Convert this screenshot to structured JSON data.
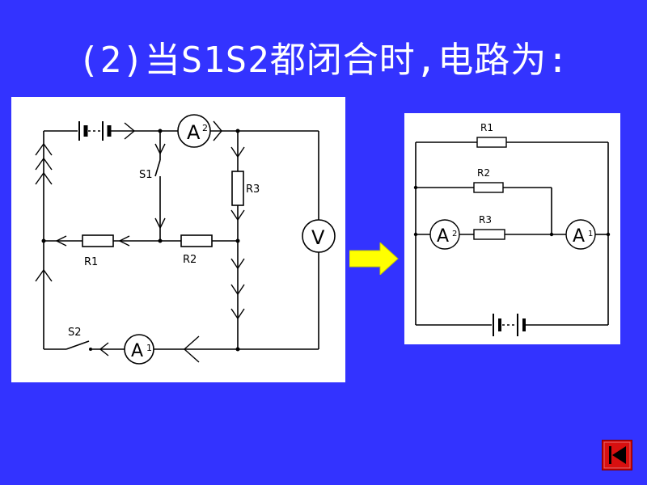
{
  "title": "(2)当S1S2都闭合时,电路为:",
  "left_circuit": {
    "ammeter_top": {
      "letter": "A",
      "sub": "2"
    },
    "ammeter_bottom": {
      "letter": "A",
      "sub": "1"
    },
    "voltmeter": "V",
    "labels": {
      "s1": "S1",
      "s2": "S2",
      "r1": "R1",
      "r2": "R2",
      "r3": "R3"
    }
  },
  "right_circuit": {
    "labels": {
      "r1": "R1",
      "r2": "R2",
      "r3": "R3"
    },
    "ammeter_left": {
      "letter": "A",
      "sub": "2"
    },
    "ammeter_right": {
      "letter": "A",
      "sub": "1"
    }
  },
  "colors": {
    "background": "#3333ff",
    "arrow": "#ffff00",
    "back_button": "#cc0000"
  },
  "icons": {
    "arrow": "right-arrow-icon",
    "back": "back-triangle-icon"
  }
}
